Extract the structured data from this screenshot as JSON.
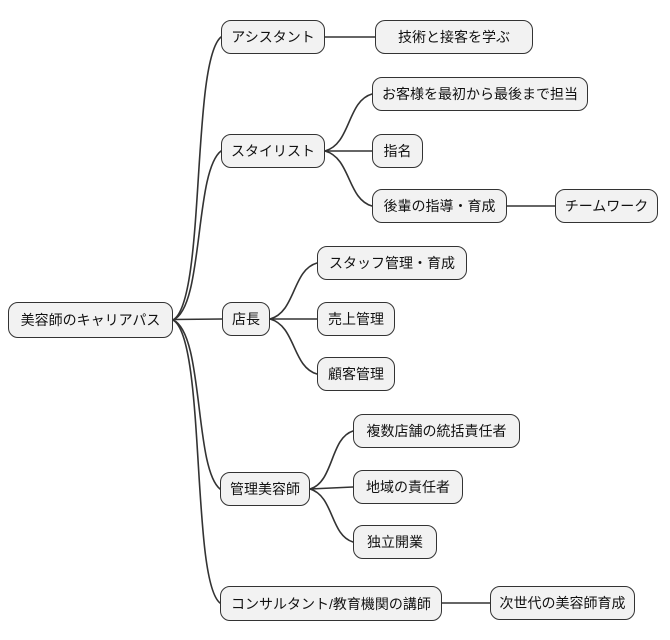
{
  "mindmap": {
    "title": "美容師のキャリアパス",
    "type": "mindmap-tree",
    "colors": {
      "background": "#ffffff",
      "node_fill": "#f2f2f2",
      "node_border": "#333333",
      "edge": "#333333",
      "text": "#111111"
    },
    "root": {
      "label": "美容師のキャリアパス"
    },
    "branches": [
      {
        "label": "アシスタント",
        "children": [
          {
            "label": "技術と接客を学ぶ"
          }
        ]
      },
      {
        "label": "スタイリスト",
        "children": [
          {
            "label": "お客様を最初から最後まで担当"
          },
          {
            "label": "指名"
          },
          {
            "label": "後輩の指導・育成",
            "children": [
              {
                "label": "チームワーク"
              }
            ]
          }
        ]
      },
      {
        "label": "店長",
        "children": [
          {
            "label": "スタッフ管理・育成"
          },
          {
            "label": "売上管理"
          },
          {
            "label": "顧客管理"
          }
        ]
      },
      {
        "label": "管理美容師",
        "children": [
          {
            "label": "複数店舗の統括責任者"
          },
          {
            "label": "地域の責任者"
          },
          {
            "label": "独立開業"
          }
        ]
      },
      {
        "label": "コンサルタント/教育機関の講師",
        "children": [
          {
            "label": "次世代の美容師育成"
          }
        ]
      }
    ]
  }
}
